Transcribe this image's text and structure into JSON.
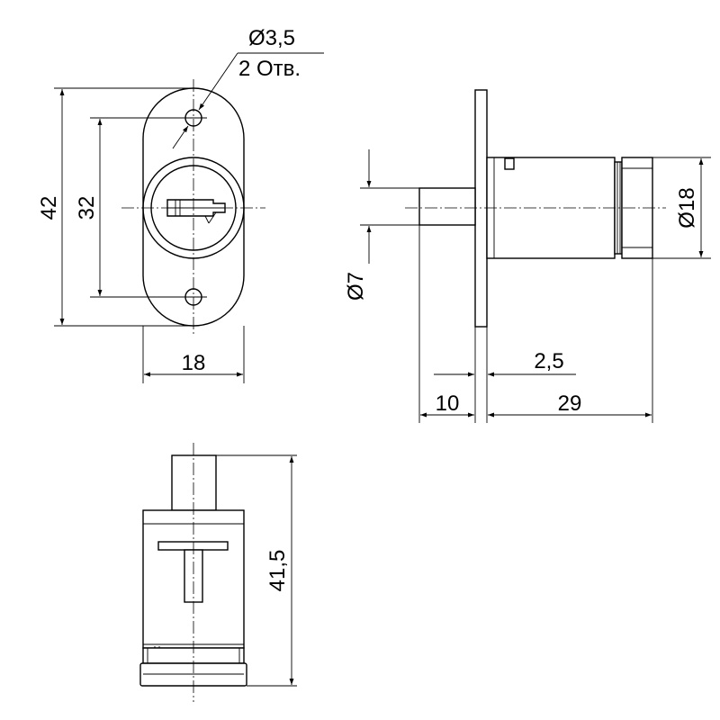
{
  "front_view": {
    "hole_dia": "Ø3,5",
    "hole_count": "2 Отв.",
    "height_total": "42",
    "hole_spacing": "32",
    "width": "18"
  },
  "side_view": {
    "pin_dia": "Ø7",
    "body_dia": "Ø18",
    "flange_thickness": "2,5",
    "pin_length": "10",
    "body_length": "29"
  },
  "bottom_view": {
    "total_length": "41,5"
  }
}
